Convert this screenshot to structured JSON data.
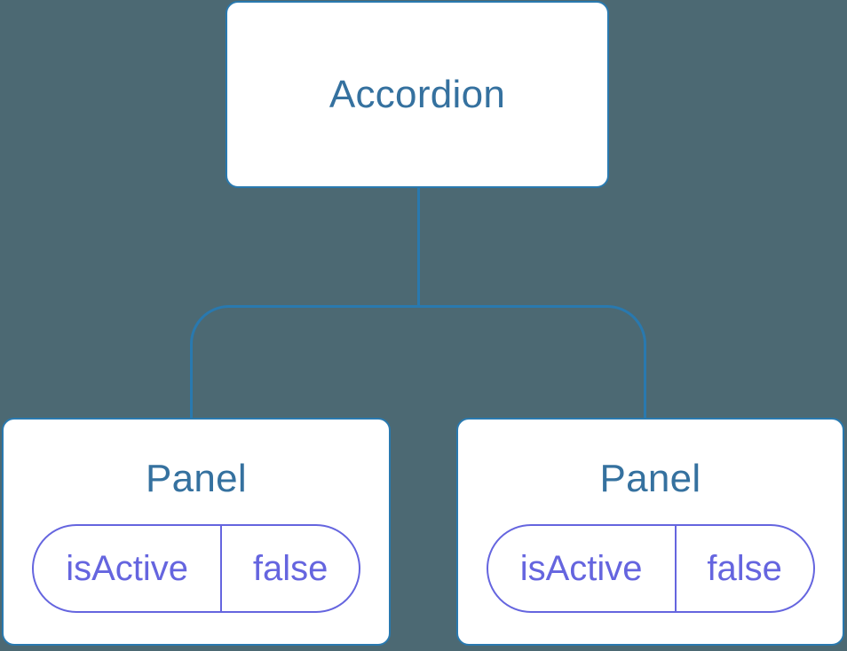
{
  "colors": {
    "background": "#4C6973",
    "node_fill": "#FFFFFF",
    "node_border": "#2979AF",
    "connector": "#2979AF",
    "node_label": "#35719F",
    "state_accent": "#6565DF"
  },
  "diagram": {
    "root": {
      "label": "Accordion"
    },
    "children": [
      {
        "label": "Panel",
        "state": {
          "name": "isActive",
          "value": "false"
        }
      },
      {
        "label": "Panel",
        "state": {
          "name": "isActive",
          "value": "false"
        }
      }
    ]
  }
}
